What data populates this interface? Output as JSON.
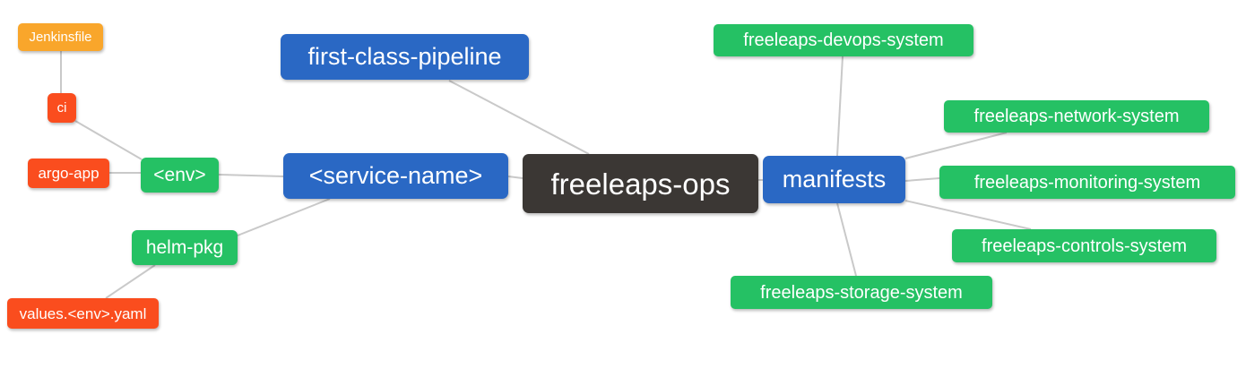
{
  "diagram": {
    "type": "mindmap",
    "root_label": "freeleaps-ops",
    "palette": {
      "blue": "#2A68C4",
      "green": "#25C164",
      "orange": "#F9A62B",
      "red": "#FA4D1E",
      "dark": "#3B3734",
      "connector": "#C9C9C9",
      "node_text": "#FFFFFF",
      "background": "#FFFFFF"
    },
    "nodes": [
      {
        "id": "jenkinsfile",
        "label": "Jenkinsfile",
        "color": "orange"
      },
      {
        "id": "ci",
        "label": "ci",
        "color": "red"
      },
      {
        "id": "argo-app",
        "label": "argo-app",
        "color": "red"
      },
      {
        "id": "env",
        "label": "<env>",
        "color": "green"
      },
      {
        "id": "helm-pkg",
        "label": "helm-pkg",
        "color": "green"
      },
      {
        "id": "values-env-yaml",
        "label": "values.<env>.yaml",
        "color": "red"
      },
      {
        "id": "first-class-pipeline",
        "label": "first-class-pipeline",
        "color": "blue"
      },
      {
        "id": "service-name",
        "label": "<service-name>",
        "color": "blue"
      },
      {
        "id": "freeleaps-ops",
        "label": "freeleaps-ops",
        "color": "dark"
      },
      {
        "id": "manifests",
        "label": "manifests",
        "color": "blue"
      },
      {
        "id": "devops-system",
        "label": "freeleaps-devops-system",
        "color": "green"
      },
      {
        "id": "network-system",
        "label": "freeleaps-network-system",
        "color": "green"
      },
      {
        "id": "monitoring-system",
        "label": "freeleaps-monitoring-system",
        "color": "green"
      },
      {
        "id": "controls-system",
        "label": "freeleaps-controls-system",
        "color": "green"
      },
      {
        "id": "storage-system",
        "label": "freeleaps-storage-system",
        "color": "green"
      }
    ],
    "edges": [
      [
        "Jenkinsfile",
        "ci"
      ],
      [
        "ci",
        "<env>"
      ],
      [
        "argo-app",
        "<env>"
      ],
      [
        "<env>",
        "<service-name>"
      ],
      [
        "helm-pkg",
        "<service-name>"
      ],
      [
        "values.<env>.yaml",
        "helm-pkg"
      ],
      [
        "first-class-pipeline",
        "freeleaps-ops"
      ],
      [
        "<service-name>",
        "freeleaps-ops"
      ],
      [
        "freeleaps-ops",
        "manifests"
      ],
      [
        "manifests",
        "freeleaps-devops-system"
      ],
      [
        "manifests",
        "freeleaps-network-system"
      ],
      [
        "manifests",
        "freeleaps-monitoring-system"
      ],
      [
        "manifests",
        "freeleaps-controls-system"
      ],
      [
        "manifests",
        "freeleaps-storage-system"
      ]
    ]
  }
}
